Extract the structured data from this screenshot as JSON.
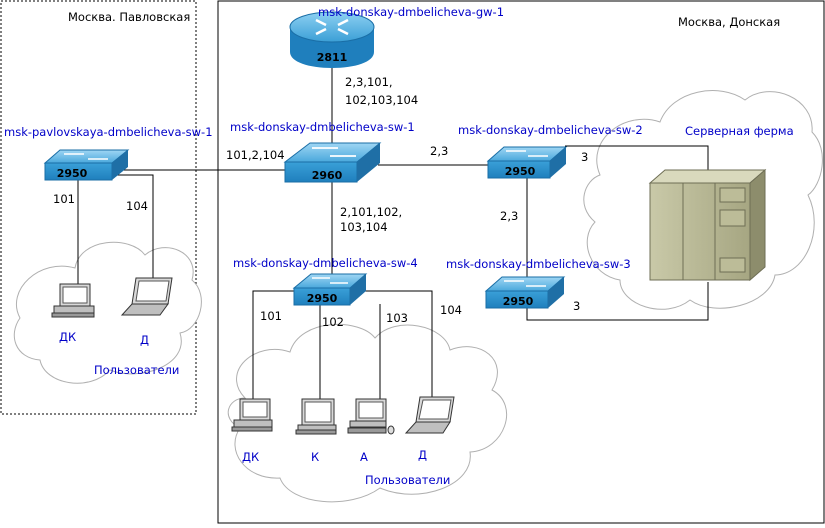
{
  "zones": {
    "pavlovskaya": "Москва. Павловская",
    "donskaya": "Москва, Донская"
  },
  "router": {
    "name": "msk-donskay-dmbelicheva-gw-1",
    "model": "2811"
  },
  "switches": {
    "sw_pav": {
      "name": "msk-pavlovskaya-dmbelicheva-sw-1",
      "model": "2950"
    },
    "sw1": {
      "name": "msk-donskay-dmbelicheva-sw-1",
      "model": "2960"
    },
    "sw2": {
      "name": "msk-donskay-dmbelicheva-sw-2",
      "model": "2950"
    },
    "sw3": {
      "name": "msk-donskay-dmbelicheva-sw-3",
      "model": "2950"
    },
    "sw4": {
      "name": "msk-donskay-dmbelicheva-sw-4",
      "model": "2950"
    }
  },
  "links": {
    "gw_sw1_a": "2,3,101,",
    "gw_sw1_b": "102,103,104",
    "pav_sw1": "101,2,104",
    "sw1_sw2": "2,3",
    "sw1_sw4_a": "2,101,102,",
    "sw1_sw4_b": "103,104",
    "sw2_sw3": "2,3",
    "sw2_farm": "3",
    "sw3_farm": "3",
    "pav_dk": "101",
    "pav_d": "104",
    "sw4_dk": "101",
    "sw4_k": "102",
    "sw4_a": "103",
    "sw4_d": "104"
  },
  "server_farm": "Серверная ферма",
  "users": {
    "cloud_label": "Пользователи",
    "pav": [
      "ДК",
      "Д"
    ],
    "don": [
      "ДК",
      "К",
      "А",
      "Д"
    ]
  }
}
